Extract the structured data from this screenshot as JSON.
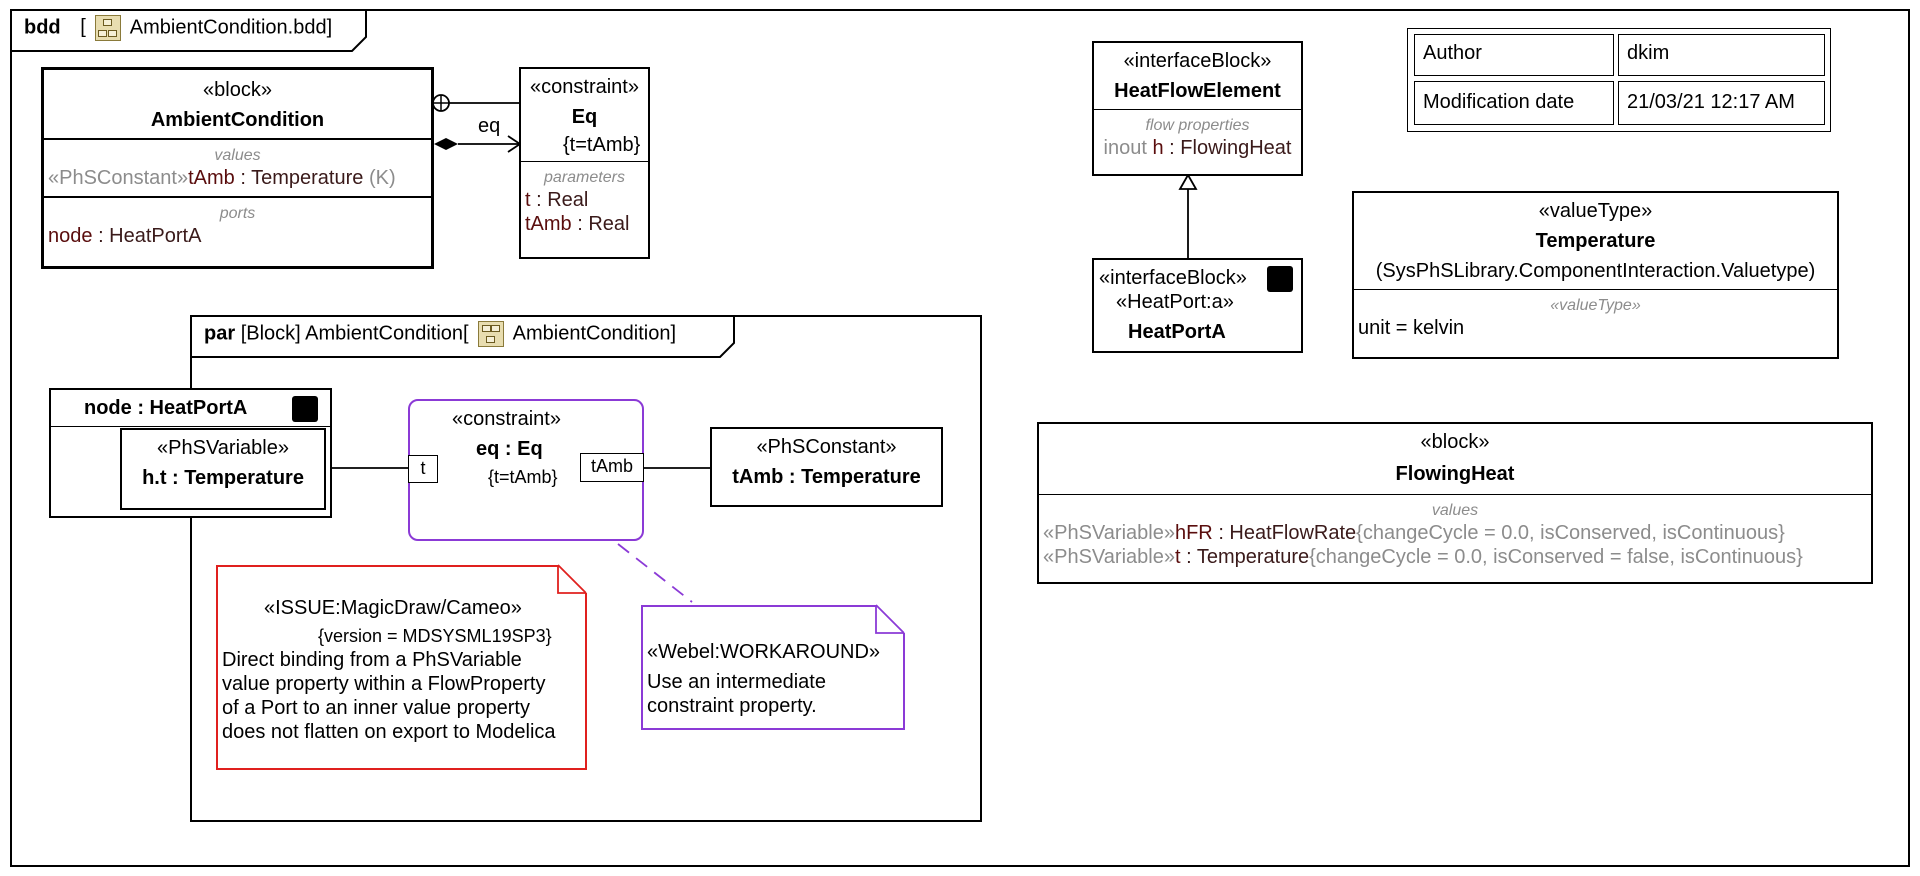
{
  "frame": {
    "kind": "bdd",
    "name": "AmbientCondition.bdd]",
    "bracket_open": "["
  },
  "ambient_block": {
    "stereotype": "«block»",
    "name": "AmbientCondition",
    "values_label": "values",
    "value_stereo": "«PhSConstant»",
    "value_name": "tAmb",
    "value_type": ": Temperature",
    "value_unit": "(K)",
    "ports_label": "ports",
    "port_name": "node",
    "port_type": ": HeatPortA"
  },
  "assoc_label": "eq",
  "eq_constraint": {
    "stereotype": "«constraint»",
    "name": "Eq",
    "expr": "{t=tAmb}",
    "params_label": "parameters",
    "p1_name": "t",
    "p1_type": ": Real",
    "p2_name": "tAmb",
    "p2_type": ": Real"
  },
  "heatflow": {
    "stereotype": "«interfaceBlock»",
    "name": "HeatFlowElement",
    "section_label": "flow properties",
    "prop_dir": "inout",
    "prop_name": "h",
    "prop_type": ": FlowingHeat"
  },
  "heatport": {
    "stereotype1": "«interfaceBlock»",
    "stereotype2": "«HeatPort:a»",
    "name": "HeatPortA"
  },
  "meta_table": {
    "author_label": "Author",
    "author_value": "dkim",
    "date_label": "Modification date",
    "date_value": "21/03/21 12:17 AM"
  },
  "temperature": {
    "stereotype": "«valueType»",
    "name": "Temperature",
    "qualifier": "(SysPhSLibrary.ComponentInteraction.Valuetype)",
    "section_label": "«valueType»",
    "unit_line": "unit = kelvin"
  },
  "flowingheat": {
    "stereotype": "«block»",
    "name": "FlowingHeat",
    "values_label": "values",
    "r1_stereo": "«PhSVariable»",
    "r1_name": "hFR",
    "r1_type": ": HeatFlowRate",
    "r1_tags": "{changeCycle = 0.0, isConserved, isContinuous}",
    "r2_stereo": "«PhSVariable»",
    "r2_name": "t",
    "r2_type": ": Temperature",
    "r2_tags": "{changeCycle = 0.0, isConserved = false, isContinuous}"
  },
  "par": {
    "kind": "par",
    "context": "[Block]",
    "name": "AmbientCondition[",
    "diagram_name": "AmbientCondition]",
    "node_part": "node : HeatPortA",
    "ht_stereo": "«PhSVariable»",
    "ht_name": "h.t : Temperature",
    "eq_stereo": "«constraint»",
    "eq_name": "eq : Eq",
    "eq_expr": "{t=tAmb}",
    "pin_t": "t",
    "pin_tamb": "tAmb",
    "tamb_stereo": "«PhSConstant»",
    "tamb_name": "tAmb : Temperature"
  },
  "issue_note": {
    "stereotype": "«ISSUE:MagicDraw/Cameo»",
    "tag": "{version = MDSYSML19SP3}",
    "line1": "Direct binding from a PhSVariable",
    "line2": "value property within a FlowProperty",
    "line3": "of a Port to an inner value property",
    "line4": "does not flatten on export to Modelica"
  },
  "workaround_note": {
    "stereotype": "«Webel:WORKAROUND»",
    "line1": "Use an intermediate",
    "line2": "constraint property."
  },
  "colors": {
    "issue": "#e0201e",
    "workaround": "#8b3ad6",
    "grey": "#8c8c8c"
  }
}
